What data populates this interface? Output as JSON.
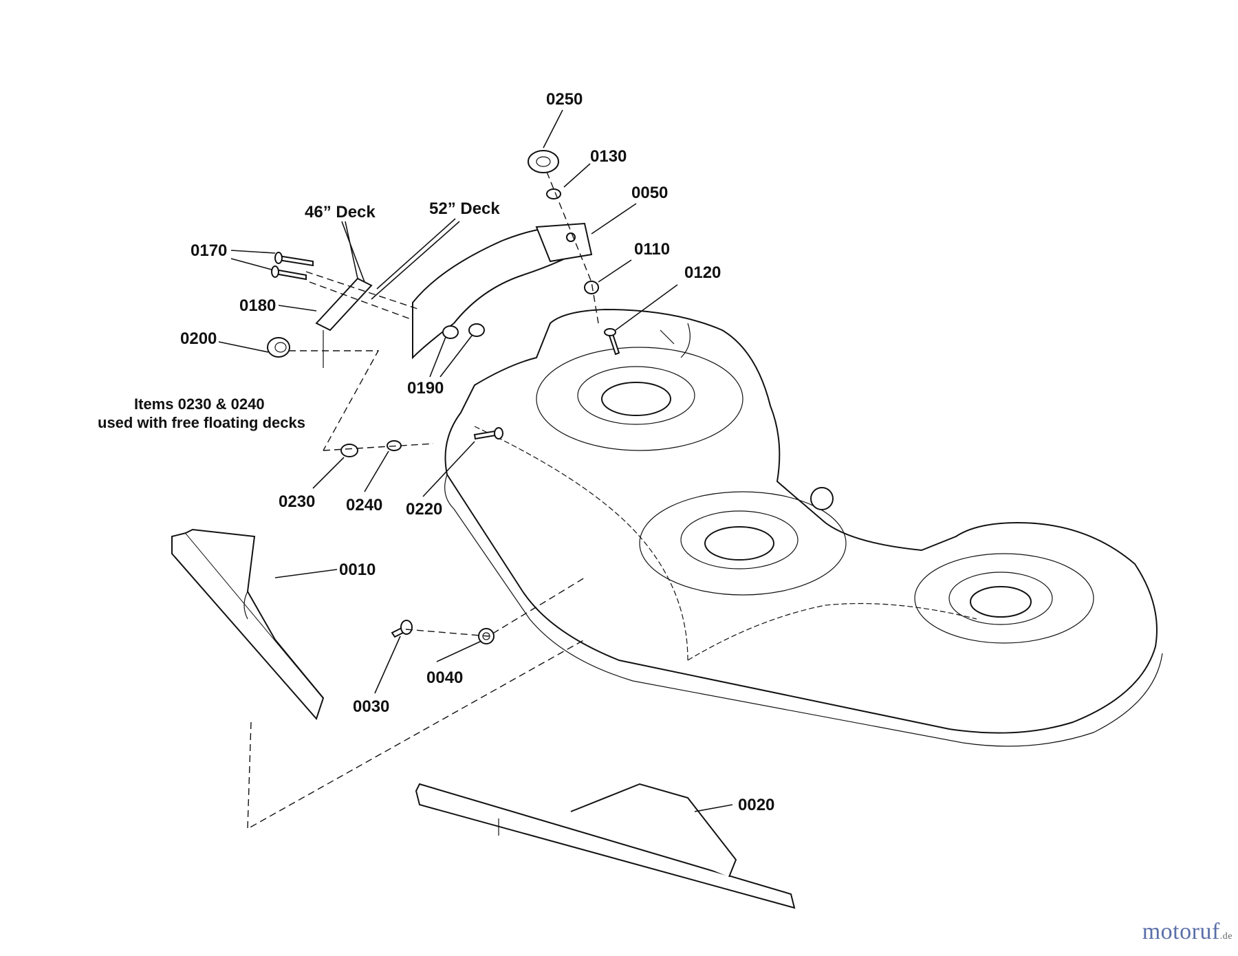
{
  "labels": {
    "p0250": "0250",
    "p0130": "0130",
    "p0050": "0050",
    "p0110": "0110",
    "p0120": "0120",
    "p0170": "0170",
    "p0180": "0180",
    "p0200": "0200",
    "p0190": "0190",
    "p0230": "0230",
    "p0240": "0240",
    "p0220": "0220",
    "p0010": "0010",
    "p0030": "0030",
    "p0040": "0040",
    "p0020": "0020"
  },
  "deck_labels": {
    "deck46": "46” Deck",
    "deck52": "52” Deck"
  },
  "note": {
    "line1": "Items 0230 & 0240",
    "line2": "used with free floating decks"
  },
  "watermark": {
    "main": "motoruf",
    "sub": ".de"
  }
}
